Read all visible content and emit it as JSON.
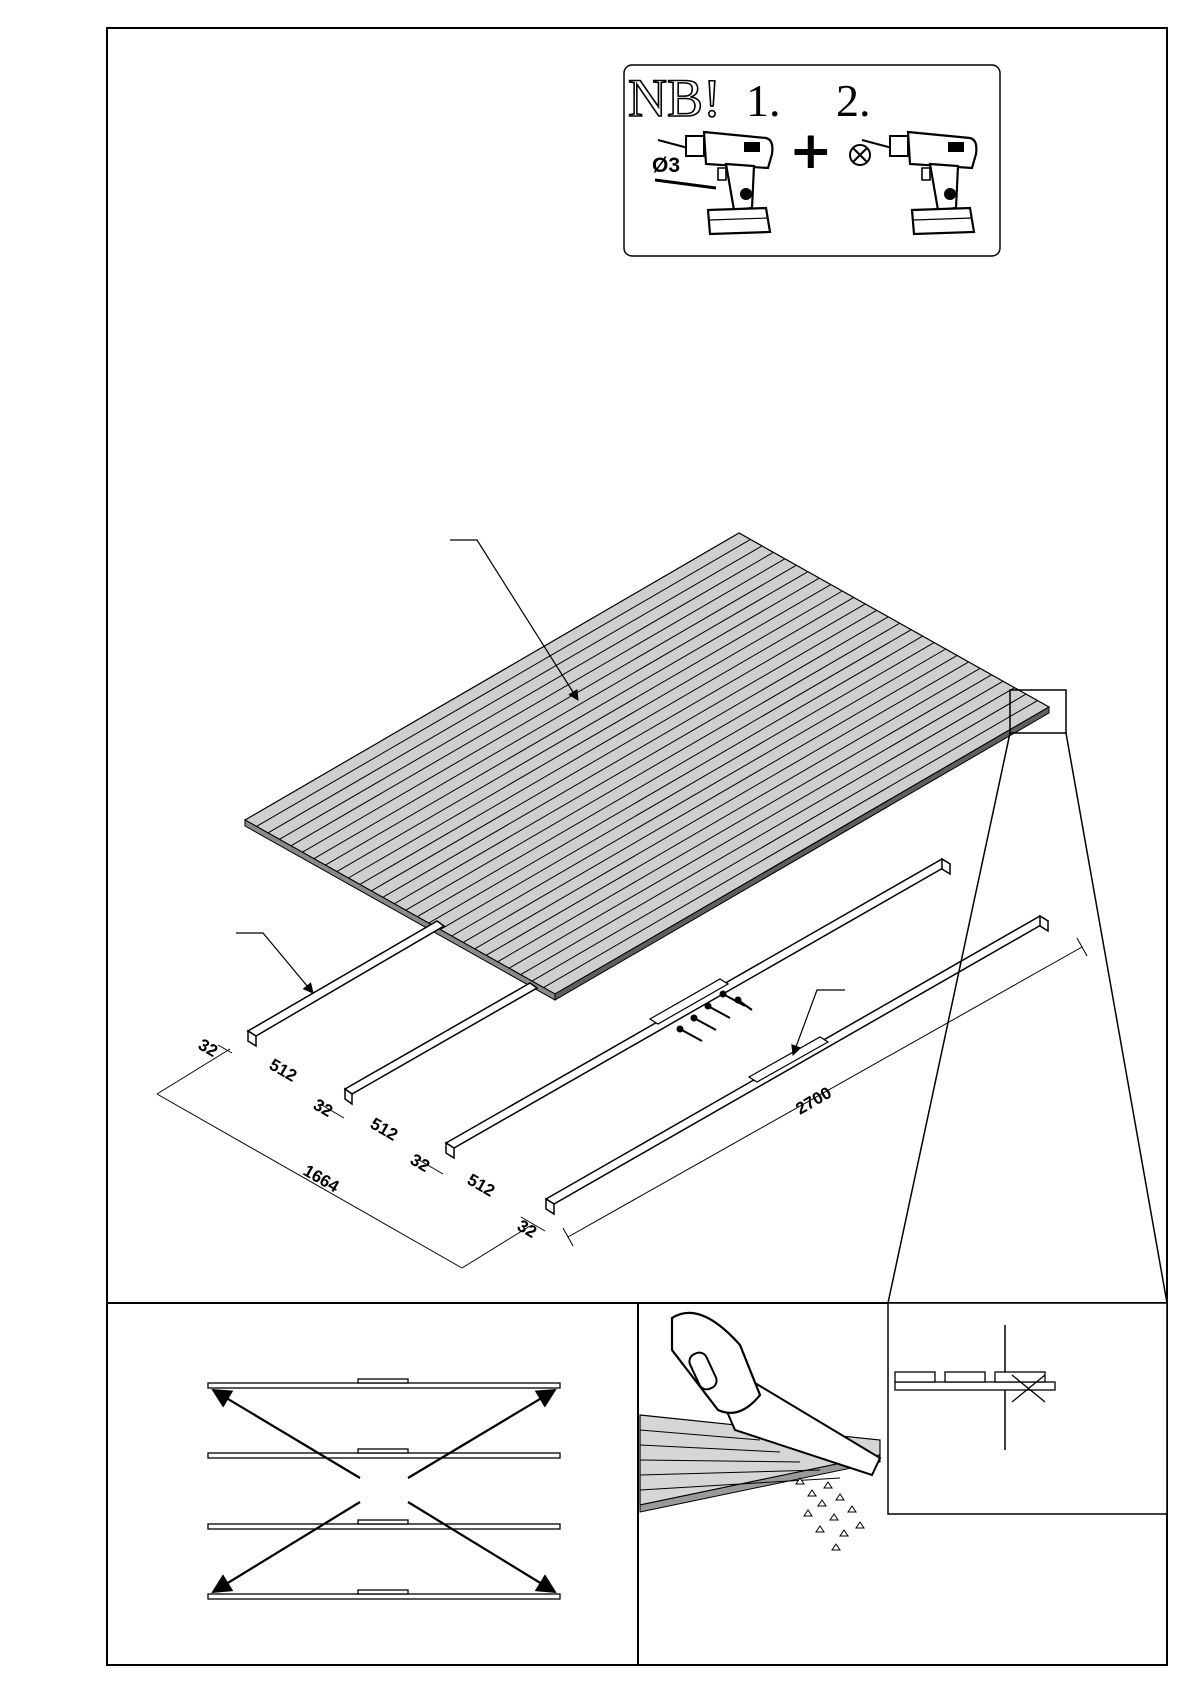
{
  "notice": {
    "nb_label": "NB!",
    "step_one": "1.",
    "step_two": "2.",
    "plus": "+",
    "drill_bit": "Ø3"
  },
  "dimensions": {
    "gap_1": "32",
    "spacing_1": "512",
    "gap_2": "32",
    "spacing_2": "512",
    "gap_3": "32",
    "spacing_3": "512",
    "gap_4": "32",
    "total_width": "1664",
    "total_length": "2700"
  }
}
